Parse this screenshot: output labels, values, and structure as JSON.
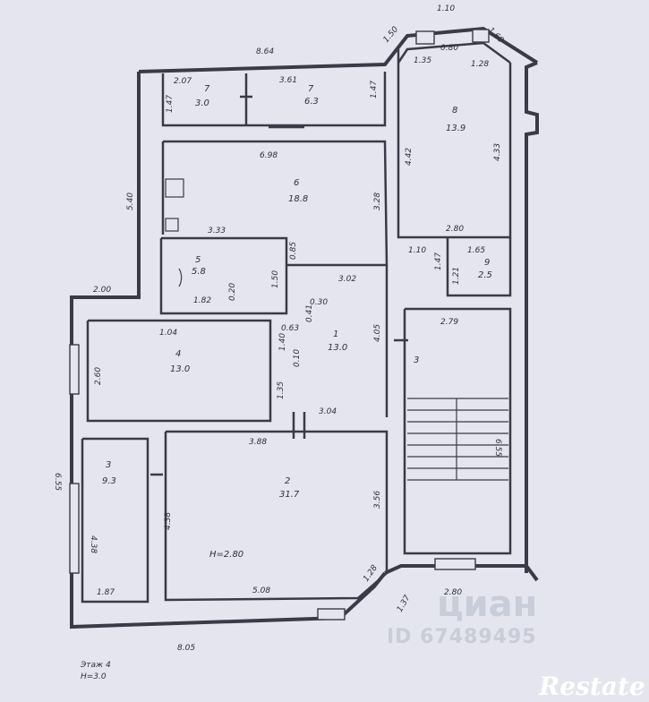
{
  "dimensions": {
    "top_width": "1.10",
    "top_left_diag": "1.50",
    "top_right_diag": "1.60",
    "top_middle": "0.80",
    "bay_left": "1.35",
    "bay_right": "1.28",
    "overall_top": "8.64",
    "r7_width": "2.07",
    "r7_height": "1.47",
    "r7b_width": "3.61",
    "r7b_height": "1.47",
    "r6_width": "6.98",
    "r6_height": "3.28",
    "r8_height_left": "4.42",
    "r8_height_right": "4.33",
    "r8_bottom": "2.80",
    "left_height": "5.40",
    "bath_width": "3.33",
    "bath_h": "0.85",
    "bath_b": "1.82",
    "bath_c": "0.20",
    "hall_top": "3.02",
    "hall_a": "1.50",
    "hall_b": "0.30",
    "hall_c": "0.41",
    "hall_d": "0.63",
    "hall_e": "1.40",
    "hall_f": "0.10",
    "hall_g": "1.35",
    "hall_h": "4.05",
    "hall_bottom": "3.04",
    "step_left": "2.00",
    "r4_width": "1.04",
    "r4_height": "2.60",
    "small_top": "1.10",
    "small_h": "1.47",
    "r9_width": "1.65",
    "r9_h": "1.21",
    "stair_top": "2.79",
    "stair_side": "6.55",
    "stair_bottom": "2.80",
    "main_left_height": "6.55",
    "r2_width": "3.88",
    "r2_height": "3.56",
    "r3_height_a": "4.38",
    "r3_height_b": "4.38",
    "r3_bottom": "1.87",
    "r2_bottom": "5.08",
    "diag_a": "1.28",
    "diag_b": "1.37",
    "overall_bottom": "8.05"
  },
  "rooms": {
    "r1": {
      "num": "1",
      "area": "13.0"
    },
    "r2": {
      "num": "2",
      "area": "31.7",
      "ceiling": "H=2.80"
    },
    "r3": {
      "num": "3",
      "area": "9.3"
    },
    "r4": {
      "num": "4",
      "area": "13.0"
    },
    "r5": {
      "num": "5",
      "area": "5.8"
    },
    "r6": {
      "num": "6",
      "area": "18.8"
    },
    "r7a": {
      "num": "7",
      "area": "3.0"
    },
    "r7b": {
      "num": "7",
      "area": "6.3"
    },
    "r8": {
      "num": "8",
      "area": "13.9"
    },
    "r9": {
      "num": "9",
      "area": "2.5"
    },
    "stair": {
      "num": "3"
    }
  },
  "legend": {
    "line1": "Этаж 4",
    "line2": "H=3.0"
  },
  "watermark": {
    "brand": "циан",
    "id": "ID 67489495"
  },
  "logo": {
    "text": "Restate"
  }
}
